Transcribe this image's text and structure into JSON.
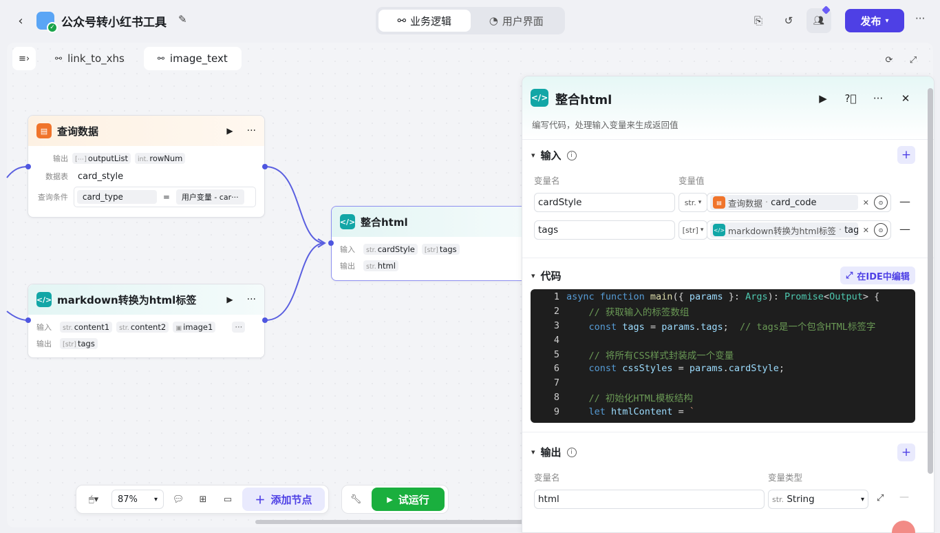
{
  "app": {
    "title": "公众号转小红书工具"
  },
  "mode_tabs": [
    {
      "label": "业务逻辑",
      "active": true
    },
    {
      "label": "用户界面",
      "active": false
    }
  ],
  "publish_label": "发布",
  "flow_tabs": [
    {
      "label": "link_to_xhs",
      "active": false
    },
    {
      "label": "image_text",
      "active": true
    }
  ],
  "nodes": {
    "query": {
      "title": "查询数据",
      "output_label": "输出",
      "outputs": [
        {
          "type": "[⋯]",
          "name": "outputList"
        },
        {
          "type": "int.",
          "name": "rowNum"
        }
      ],
      "table_label": "数据表",
      "table_value": "card_style",
      "cond_label": "查询条件",
      "cond_field": "card_type",
      "cond_op": "=",
      "cond_value": "用户变量  -  car···"
    },
    "markdown": {
      "title": "markdown转换为html标签",
      "input_label": "输入",
      "inputs": [
        {
          "type": "str.",
          "name": "content1"
        },
        {
          "type": "str.",
          "name": "content2"
        },
        {
          "type": "▣",
          "name": "image1"
        }
      ],
      "output_label": "输出",
      "outputs": [
        {
          "type": "[str]",
          "name": "tags"
        }
      ]
    },
    "html": {
      "title": "整合html",
      "input_label": "输入",
      "inputs": [
        {
          "type": "str.",
          "name": "cardStyle"
        },
        {
          "type": "[str]",
          "name": "tags"
        }
      ],
      "output_label": "输出",
      "outputs": [
        {
          "type": "str.",
          "name": "html"
        }
      ]
    }
  },
  "toolbar": {
    "zoom": "87%",
    "add_node": "添加节点",
    "run": "试运行"
  },
  "panel": {
    "title": "整合html",
    "description": "编写代码，处理输入变量来生成返回值",
    "input_section": {
      "title": "输入",
      "col_name": "变量名",
      "col_value": "变量值",
      "rows": [
        {
          "name": "cardStyle",
          "type": "str.",
          "source": "查询数据",
          "field": "card_code",
          "source_color": "#f0742b"
        },
        {
          "name": "tags",
          "type": "[str]",
          "source": "markdown转换为html标签",
          "field": "tags",
          "source_color": "#12a6a6"
        }
      ]
    },
    "code_section": {
      "title": "代码",
      "ide_button": "在IDE中编辑",
      "lines": [
        {
          "n": "1",
          "text": "async function main({ params }: Args): Promise<Output> {"
        },
        {
          "n": "2",
          "text": "    // 获取输入的标签数组"
        },
        {
          "n": "3",
          "text": "    const tags = params.tags;  // tags是一个包含HTML标签字"
        },
        {
          "n": "4",
          "text": ""
        },
        {
          "n": "5",
          "text": "    // 将所有CSS样式封装成一个变量"
        },
        {
          "n": "6",
          "text": "    const cssStyles = params.cardStyle;"
        },
        {
          "n": "7",
          "text": ""
        },
        {
          "n": "8",
          "text": "    // 初始化HTML模板结构"
        },
        {
          "n": "9",
          "text": "    let htmlContent = `"
        }
      ]
    },
    "output_section": {
      "title": "输出",
      "col_name": "变量名",
      "col_type": "变量类型",
      "rows": [
        {
          "name": "html",
          "type": "String",
          "type_prefix": "str."
        }
      ]
    }
  }
}
